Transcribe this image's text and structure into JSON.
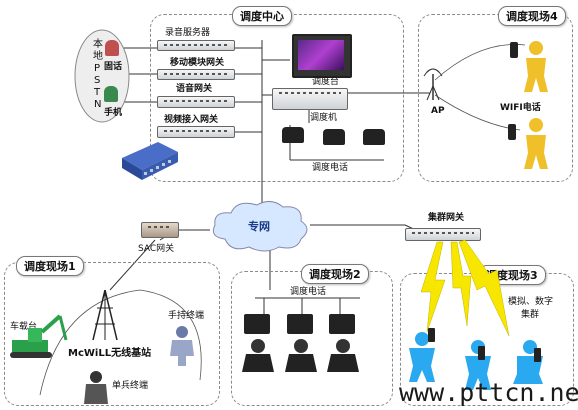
{
  "dispatch_center": {
    "title": "调度中心",
    "recording_server": "录音服务器",
    "mobile_gateway": "移动模块网关",
    "voice_gateway": "语音网关",
    "video_gateway": "视频接入网关",
    "console": "调度台",
    "dispatcher": "调度机",
    "phones": "调度电话"
  },
  "pstn": {
    "chars": [
      "本",
      "地",
      "P",
      "S",
      "T",
      "N"
    ],
    "landline": "固话",
    "mobile": "手机"
  },
  "site4": {
    "title": "调度现场4",
    "ap": "AP",
    "wifi_phone": "WIFI电话"
  },
  "network": {
    "cloud": "专网",
    "sac_gateway": "SAC网关",
    "trunk_gateway": "集群网关"
  },
  "site1": {
    "title": "调度现场1",
    "vehicle": "车载台",
    "base_station": "McWiLL无线基站",
    "handheld": "手持终端",
    "soldier": "单兵终端"
  },
  "site2": {
    "title": "调度现场2",
    "phones": "调度电话"
  },
  "site3": {
    "title": "调度现场3",
    "trunk_line1": "模拟、数字",
    "trunk_line2": "集群"
  },
  "watermark": "www.pttcn.net",
  "colors": {
    "lightning": "#f6e600",
    "person_blue": "#2aa8f0",
    "person_yellow": "#f0c02a"
  }
}
